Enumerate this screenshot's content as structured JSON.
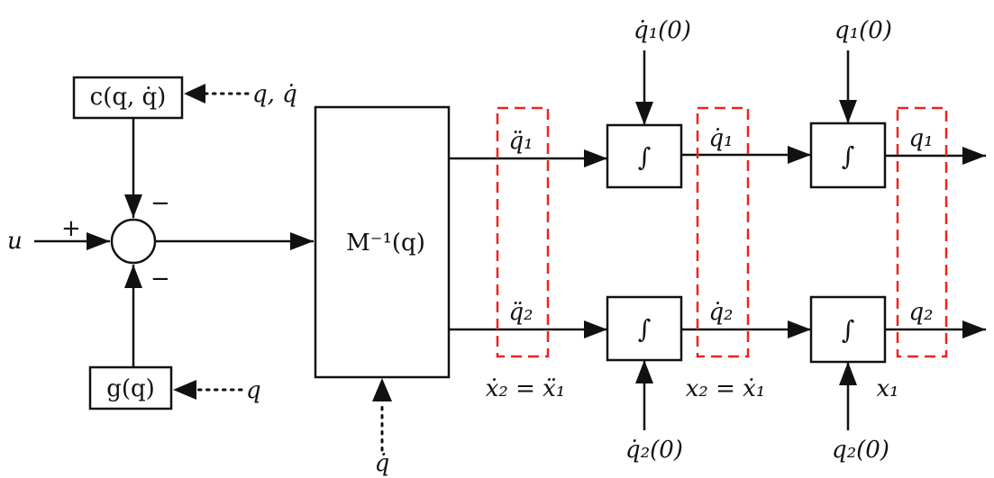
{
  "blocks": {
    "coriolis": "c(q, q̇)",
    "gravity": "g(q)",
    "inverse_mass": "M⁻¹(q)",
    "integrator_symbol": "∫"
  },
  "inputs": {
    "u": "u",
    "q_qdot": "q, q̇",
    "q": "q",
    "qdot": "q̇",
    "q1dot0": "q̇₁(0)",
    "q10": "q₁(0)",
    "q2dot0": "q̇₂(0)",
    "q20": "q₂(0)"
  },
  "signs": {
    "plus": "+",
    "minus_top": "−",
    "minus_bottom": "−"
  },
  "signals": {
    "q1ddot": "q̈₁",
    "q2ddot": "q̈₂",
    "q1dot": "q̇₁",
    "q2dot": "q̇₂",
    "q1": "q₁",
    "q2": "q₂"
  },
  "state_labels": {
    "x2dot_eq": "ẋ₂ = ẍ₁",
    "x2_eq": "x₂ = ẋ₁",
    "x1": "x₁"
  },
  "colors": {
    "line": "#111111",
    "state_box": "#ee2222",
    "background": "#ffffff"
  }
}
